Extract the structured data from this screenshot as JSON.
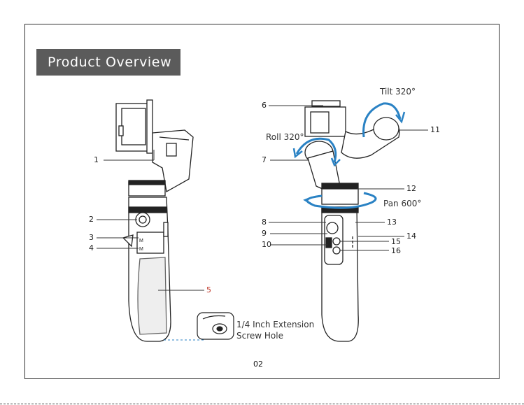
{
  "section_title": "Product Overview",
  "callouts": [
    "1",
    "2",
    "3",
    "4",
    "5",
    "6",
    "7",
    "8",
    "9",
    "10",
    "11",
    "12",
    "13",
    "14",
    "15",
    "16"
  ],
  "axes": {
    "tilt": "Tilt 320°",
    "roll": "Roll 320°",
    "pan": "Pan 600°"
  },
  "screw_hole": {
    "line1": "1/4 Inch Extension",
    "line2": "Screw Hole"
  },
  "page_number": "02",
  "colors": {
    "accent": "#2a82c4",
    "title_bg": "#5b5b5b",
    "line": "#333333"
  }
}
